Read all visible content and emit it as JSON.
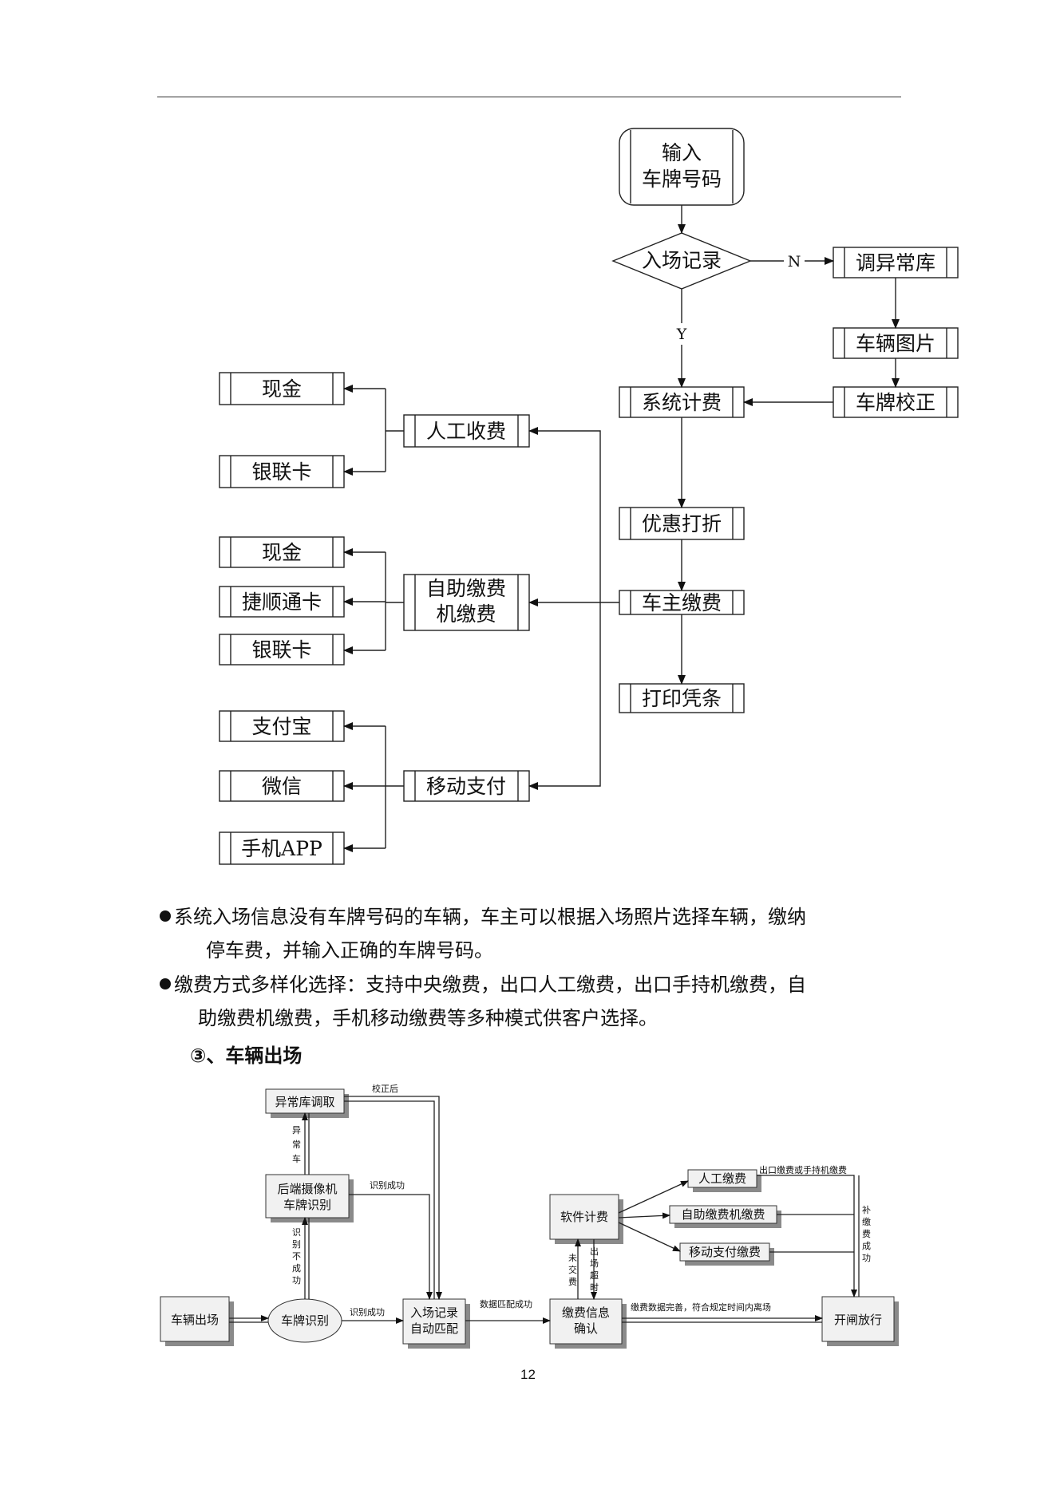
{
  "top_flowchart": {
    "nodes": {
      "input_plate_1": "输入",
      "input_plate_2": "车牌号码",
      "entry_record": "入场记录",
      "abnormal_lib": "调异常库",
      "vehicle_photo": "车辆图片",
      "plate_correct": "车牌校正",
      "system_billing": "系统计费",
      "discount": "优惠打折",
      "owner_pay": "车主缴费",
      "print_receipt": "打印凭条",
      "manual_charge": "人工收费",
      "self_service_1": "自助缴费",
      "self_service_2": "机缴费",
      "mobile_pay": "移动支付",
      "cash_1": "现金",
      "unionpay_1": "银联卡",
      "cash_2": "现金",
      "jieshuntong": "捷顺通卡",
      "unionpay_2": "银联卡",
      "alipay": "支付宝",
      "wechat": "微信",
      "phone_app": "手机APP"
    },
    "edges": {
      "no": "N",
      "yes": "Y"
    }
  },
  "paragraphs": {
    "p1_line1": "系统入场信息没有车牌号码的车辆，车主可以根据入场照片选择车辆，缴纳",
    "p1_line2": "停车费，并输入正确的车牌号码。",
    "p2_line1": "缴费方式多样化选择：支持中央缴费，出口人工缴费，出口手持机缴费，自",
    "p2_line2": "助缴费机缴费，手机移动缴费等多种模式供客户选择。"
  },
  "section_heading": "③、车辆出场",
  "exit_flowchart": {
    "nodes": {
      "abnormal_fetch": "异常库调取",
      "rear_camera_1": "后端摄像机",
      "rear_camera_2": "车牌识别",
      "vehicle_exit": "车辆出场",
      "plate_recog": "车牌识别",
      "entry_match_1": "入场记录",
      "entry_match_2": "自动匹配",
      "payment_confirm_1": "缴费信息",
      "payment_confirm_2": "确认",
      "software_billing": "软件计费",
      "manual_pay": "人工缴费",
      "self_pay": "自助缴费机缴费",
      "mobile_pay": "移动支付缴费",
      "gate_open": "开闸放行"
    },
    "labels": {
      "after_correct": "校正后",
      "abnormal_car_1": "异",
      "abnormal_car_2": "常",
      "abnormal_car_3": "车",
      "recog_success_top": "识别成功",
      "recog_fail_1": "识",
      "recog_fail_2": "别",
      "recog_fail_3": "不",
      "recog_fail_4": "成",
      "recog_fail_5": "功",
      "recog_success": "识别成功",
      "data_match_success": "数据匹配成功",
      "unpaid_1": "未",
      "unpaid_2": "交",
      "unpaid_3": "费",
      "overtime_1": "出",
      "overtime_2": "场",
      "overtime_3": "超",
      "overtime_4": "时",
      "exit_pay_handheld": "出口缴费或手持机缴费",
      "supplement_1": "补",
      "supplement_2": "缴",
      "supplement_3": "费",
      "supplement_4": "成",
      "supplement_5": "功",
      "fee_complete": "缴费数据完善，符合规定时间内离场"
    }
  },
  "page_number": "12"
}
